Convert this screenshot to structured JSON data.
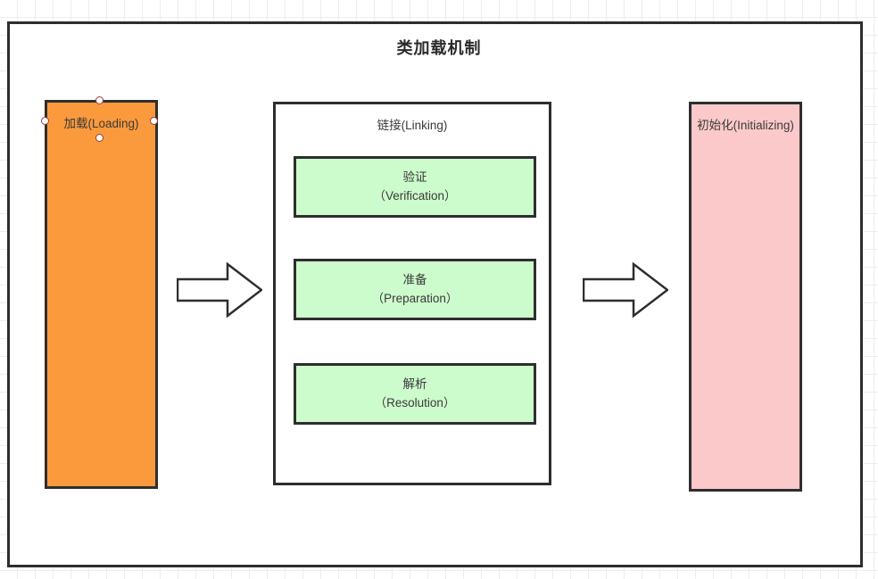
{
  "diagram": {
    "title": "类加载机制",
    "colors": {
      "loading_fill": "#fb9a3c",
      "linking_fill": "#ffffff",
      "subphase_fill": "#ccfbcc",
      "initializing_fill": "#fbc9c9",
      "stroke": "#2e2e2e",
      "grid": "#ededed",
      "handle_border": "#9b3a3a",
      "handle_fill": "#ffffff"
    },
    "nodes": {
      "loading": {
        "label": "加载(Loading)",
        "selected": true
      },
      "linking": {
        "label": "链接(Linking)",
        "subphases": [
          {
            "zh": "验证",
            "en": "（Verification）"
          },
          {
            "zh": "准备",
            "en": "（Preparation）"
          },
          {
            "zh": "解析",
            "en": "（Resolution）"
          }
        ]
      },
      "initializing": {
        "label": "初始化(Initializing)"
      }
    },
    "arrows": [
      {
        "name": "loading-to-linking",
        "direction": "right"
      },
      {
        "name": "linking-to-initializing",
        "direction": "right"
      }
    ]
  }
}
